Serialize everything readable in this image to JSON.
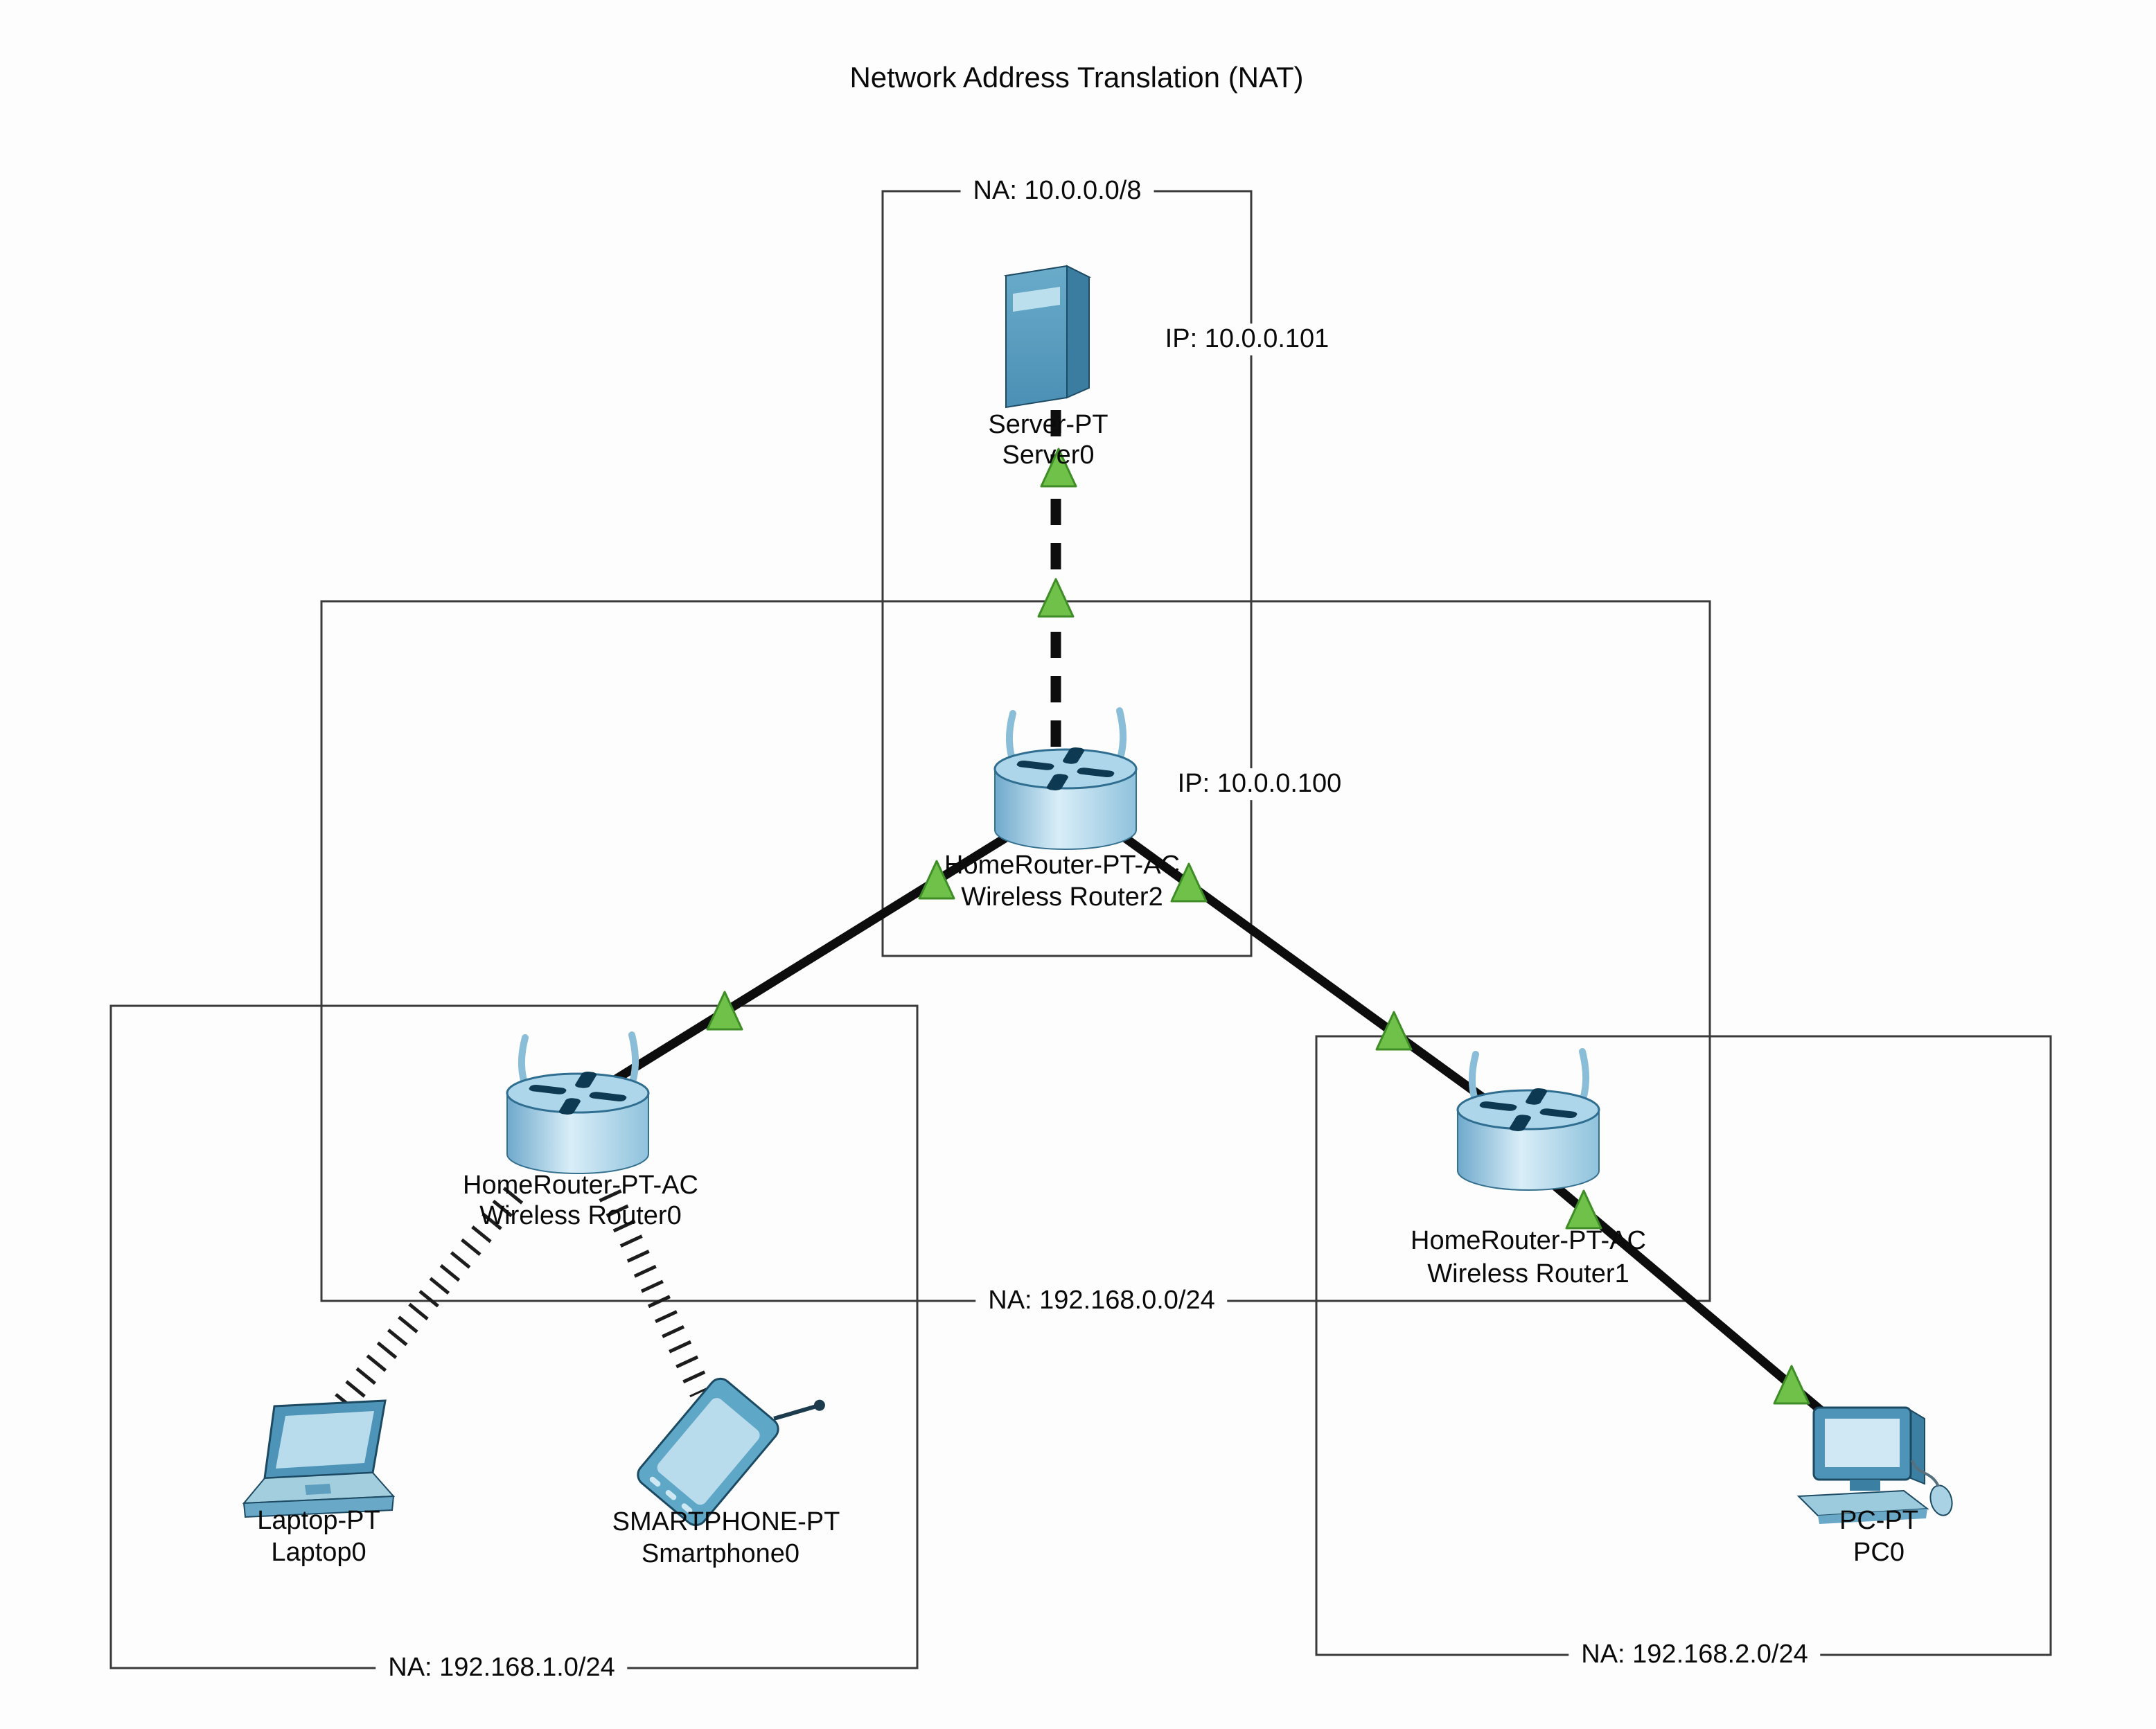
{
  "title": "Network Address Translation (NAT)",
  "networks": {
    "wan": {
      "label": "NA: 10.0.0.0/8"
    },
    "lan0": {
      "label": "NA: 192.168.0.0/24"
    },
    "lan1": {
      "label": "NA: 192.168.1.0/24"
    },
    "lan2": {
      "label": "NA: 192.168.2.0/24"
    }
  },
  "devices": {
    "server0": {
      "model": "Server-PT",
      "name": "Server0",
      "ip": "IP: 10.0.0.101"
    },
    "router2": {
      "model": "HomeRouter-PT-AC",
      "name": "Wireless Router2",
      "ip": "IP: 10.0.0.100"
    },
    "router0": {
      "model": "HomeRouter-PT-AC",
      "name": "Wireless Router0"
    },
    "router1": {
      "model": "HomeRouter-PT-AC",
      "name": "Wireless Router1"
    },
    "laptop0": {
      "model": "Laptop-PT",
      "name": "Laptop0"
    },
    "smartphone0": {
      "model": "SMARTPHONE-PT",
      "name": "Smartphone0"
    },
    "pc0": {
      "model": "PC-PT",
      "name": "PC0"
    }
  },
  "colors": {
    "link_up_triangle": "#6fc14a",
    "cable": "#0d0d0d",
    "device_blue": "#5ea7c7",
    "box_edge": "#3a3a3a"
  }
}
